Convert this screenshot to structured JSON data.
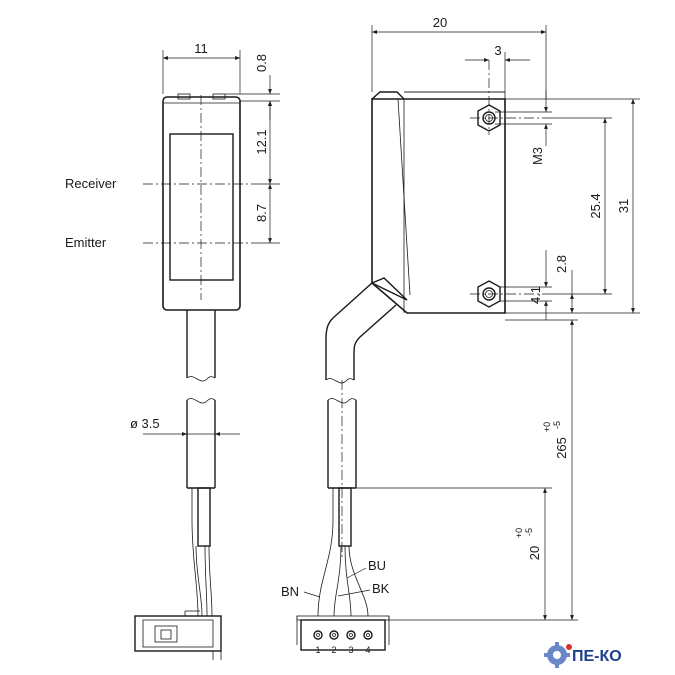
{
  "labels": {
    "receiver": "Receiver",
    "emitter": "Emitter",
    "dim_11": "11",
    "dim_0_8": "0.8",
    "dim_12_1": "12.1",
    "dim_8_7": "8.7",
    "dim_dia_3_5": "ø 3.5",
    "dim_20": "20",
    "dim_3": "3",
    "dim_m3": "M3",
    "dim_25_4": "25.4",
    "dim_31": "31",
    "dim_2_8": "2.8",
    "dim_4_1": "4.1",
    "dim_265": "265",
    "dim_265_tol_upper": "+0",
    "dim_265_tol_lower": "-5",
    "dim_20_cable": "20",
    "dim_20_tol_upper": "+0",
    "dim_20_tol_lower": "-5",
    "wire_bn": "BN",
    "wire_bu": "BU",
    "wire_bk": "BK",
    "pin_1": "1",
    "pin_2": "2",
    "pin_3": "3",
    "pin_4": "4"
  },
  "logo": {
    "text": "ПЕ-КО",
    "color": "#1d3f8c",
    "gear_color": "#6b87c9",
    "accent_color": "#d9302b"
  }
}
